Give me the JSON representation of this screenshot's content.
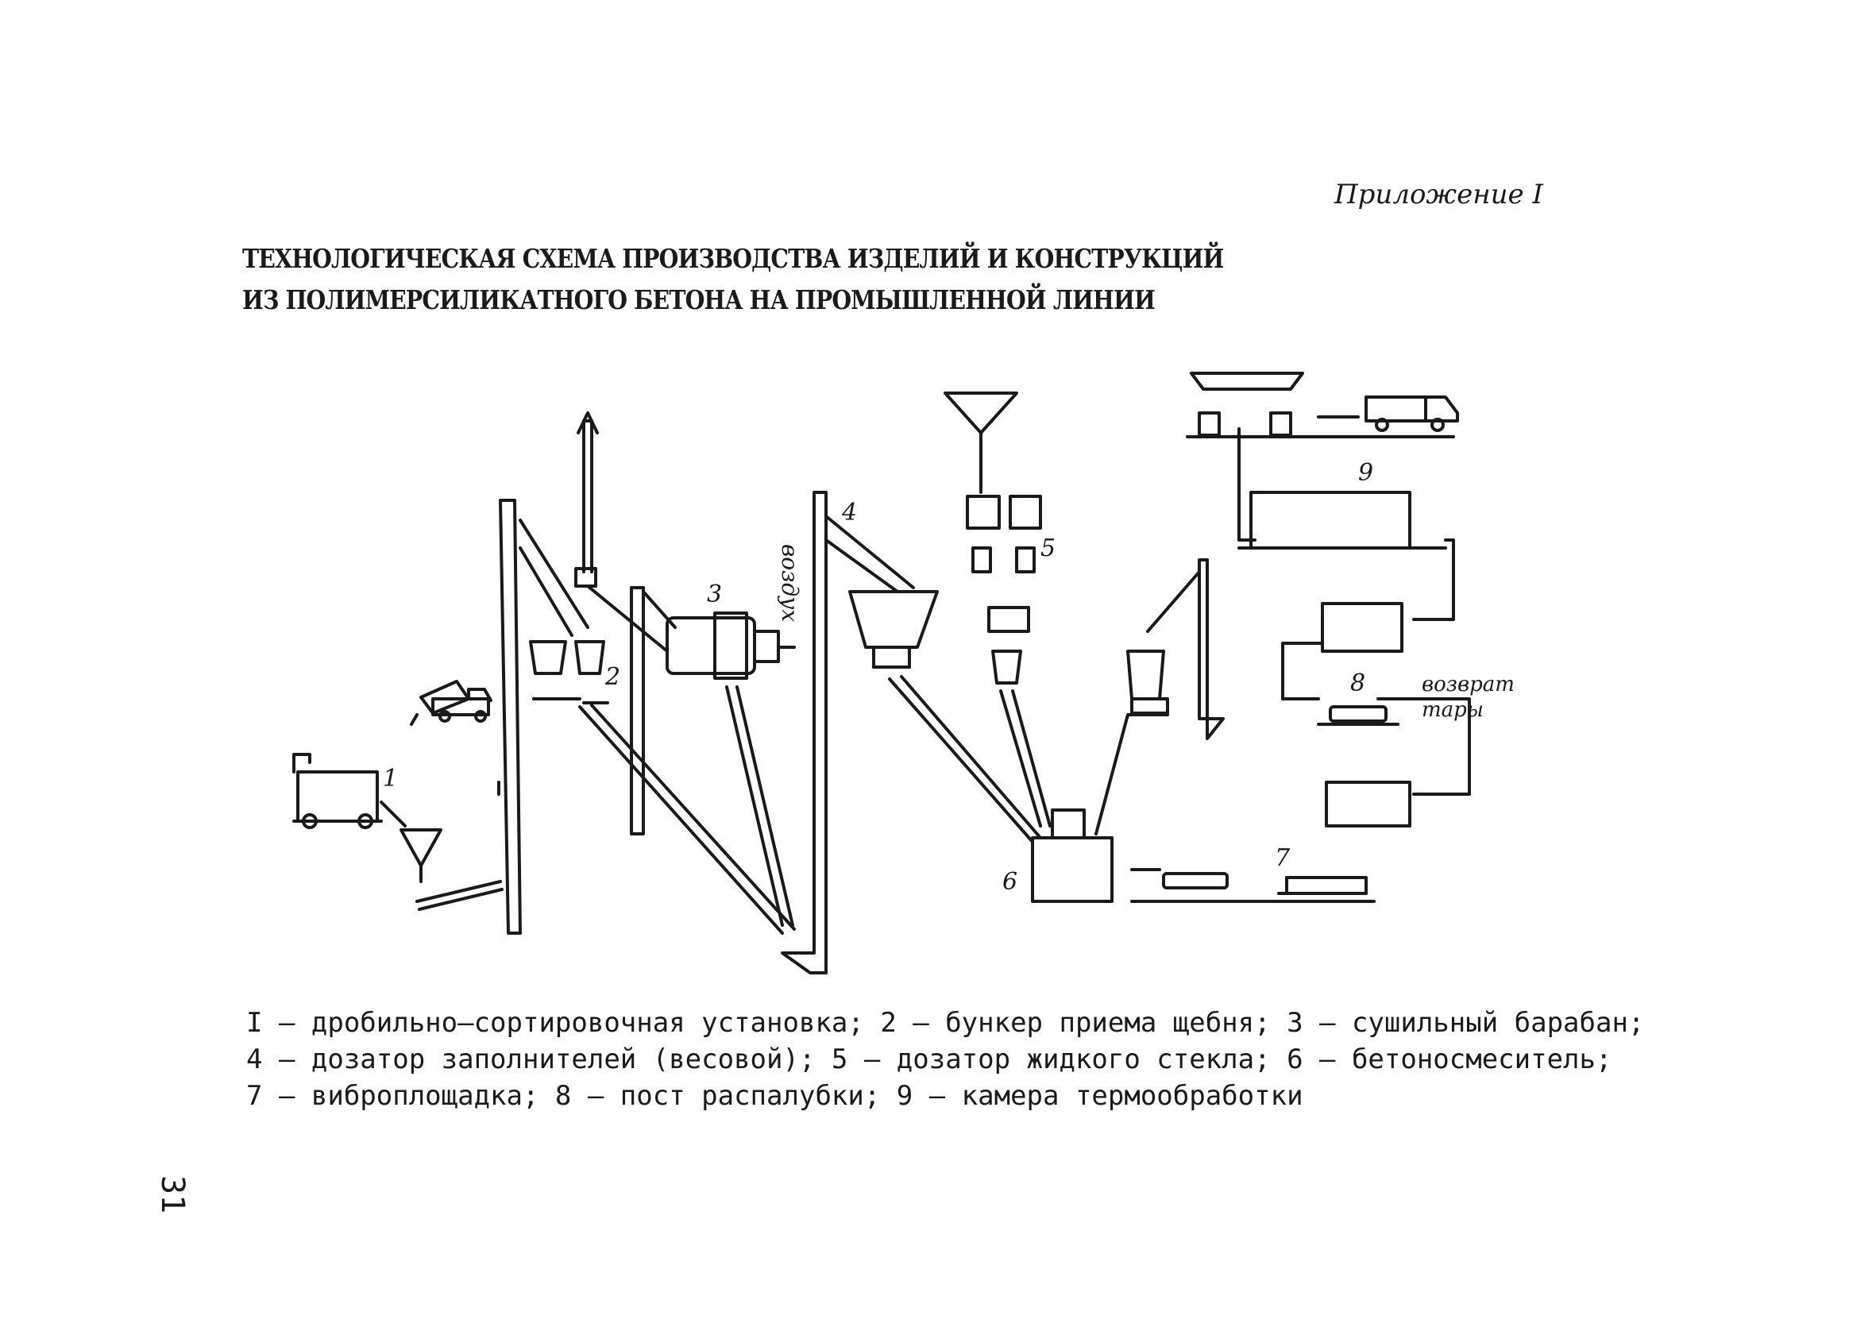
{
  "appendix": "Приложение I",
  "title": {
    "line1": "ТЕХНОЛОГИЧЕСКАЯ СХЕМА ПРОИЗВОДСТВА ИЗДЕЛИЙ И КОНСТРУКЦИЙ",
    "line2": "ИЗ ПОЛИМЕРСИЛИКАТНОГО БЕТОНА НА ПРОМЫШЛЕННОЙ ЛИНИИ"
  },
  "diagram": {
    "labels": {
      "n1": "1",
      "n2": "2",
      "n3": "3",
      "n4": "4",
      "n5": "5",
      "n6": "6",
      "n7": "7",
      "n8": "8",
      "n9": "9",
      "air": "воздух",
      "return_line1": "возврат",
      "return_line2": "тары"
    }
  },
  "legend": {
    "line1": "I – дробильно–сортировочная установка; 2 – бункер приема щебня; 3 – сушильный барабан;",
    "line2": "4 – дозатор заполнителей (весовой); 5 – дозатор жидкого стекла; 6 – бетоносмеситель;",
    "line3": "7 – виброплощадка; 8 – пост распалубки; 9 – камера термообработки"
  },
  "page_number": "31"
}
